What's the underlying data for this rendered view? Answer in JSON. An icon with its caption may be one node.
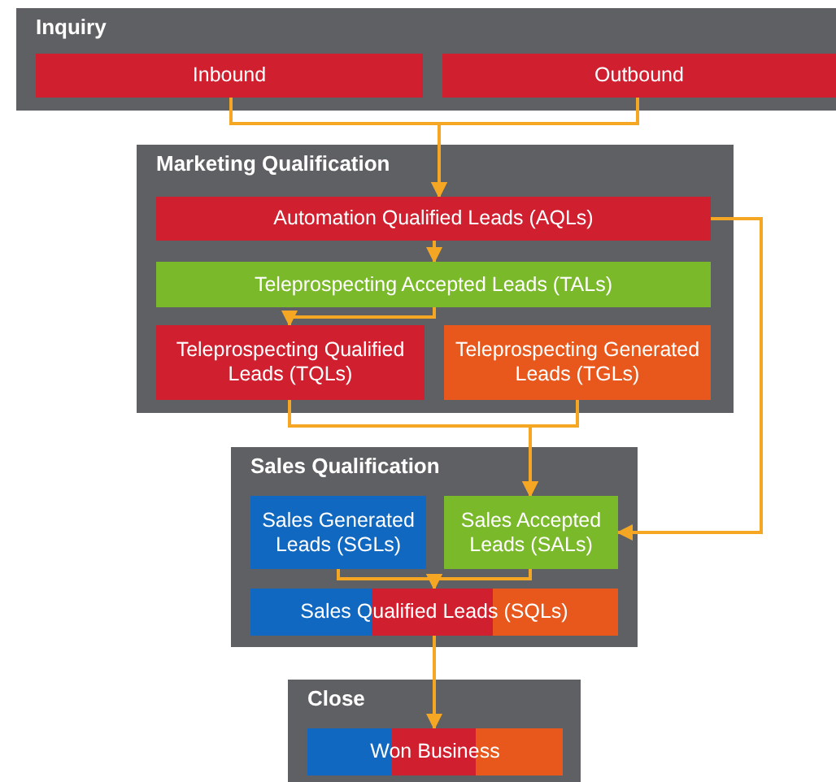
{
  "diagram": {
    "nodes": [
      {
        "text": [
          "Inquiry"
        ]
      },
      {
        "text": [
          "Inbound"
        ],
        "in": 0
      },
      {
        "text": [
          "Outbound"
        ],
        "in": 0
      },
      {
        "text": [
          "Marketing Qualification"
        ]
      },
      {
        "text": [
          "Automation Qualified Leads (AQLs)"
        ],
        "in": 3
      },
      {
        "text": [
          "Teleprospecting Accepted Leads (TALs)"
        ],
        "in": 3
      },
      {
        "text": [
          "Teleprospecting Qualified Leads (TQLs)"
        ],
        "in": 3
      },
      {
        "text": [
          "Teleprospecting Generated Leads (TGLs)"
        ],
        "in": 3
      },
      {
        "text": [
          "Sales Qualification"
        ]
      },
      {
        "text": [
          "Sales Generated Leads (SGLs)"
        ],
        "in": 8
      },
      {
        "text": [
          "Sales Accepted Leads (SALs)"
        ],
        "in": 8
      },
      {
        "text": [
          "Sales Qualified Leads (SQLs)"
        ],
        "in": 8
      },
      {
        "text": [
          "Close"
        ]
      },
      {
        "text": [
          "Won Business"
        ],
        "in": 12
      }
    ],
    "edges": [
      {
        "from": 1,
        "to": 4,
        "arrow": "to"
      },
      {
        "from": 2,
        "to": 4,
        "arrow": "to"
      },
      {
        "from": 4,
        "to": 5,
        "arrow": "to"
      },
      {
        "from": 5,
        "to": 6,
        "arrow": "to"
      },
      {
        "from": 6,
        "to": 10,
        "arrow": "to"
      },
      {
        "from": 7,
        "to": 10,
        "arrow": "to"
      },
      {
        "from": 4,
        "to": 10,
        "arrow": "to"
      },
      {
        "from": 9,
        "to": 11,
        "arrow": "to"
      },
      {
        "from": 10,
        "to": 11,
        "arrow": "to"
      },
      {
        "from": 11,
        "to": 13,
        "arrow": "to"
      }
    ]
  }
}
